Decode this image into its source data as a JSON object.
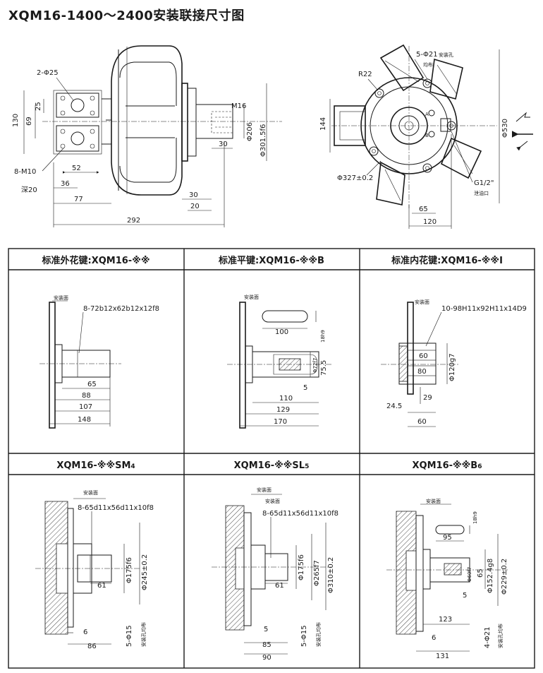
{
  "title": "XQM16-1400～2400安装联接尺寸图",
  "main_view": {
    "hole_label": "2-Φ25",
    "v130": "130",
    "v69": "69",
    "v25": "25",
    "m10_label": "8-M10",
    "depth_label": "深20",
    "m16_label": "M16",
    "d206": "Φ206",
    "d301": "Φ301.5f6",
    "w30a": "30",
    "w52": "52",
    "w36": "36",
    "w77": "77",
    "w292": "292",
    "w30b": "30",
    "w20": "20"
  },
  "side_view": {
    "holes_label": "5-Φ21",
    "holes_sub_label": "安装孔",
    "even_label": "均布",
    "r22": "R22",
    "h144": "144",
    "d327": "Φ327±0.2",
    "port_a": "A",
    "port_b": "B",
    "g12": "G1/2\"",
    "drain_label": "泄油口",
    "d530": "Φ530",
    "w65": "65",
    "w120": "120"
  },
  "panels": [
    {
      "title": "标准外花键:XQM16-※※",
      "face_label": "安装面",
      "spline_label": "8-72b12x62b12x12f8",
      "dims": [
        "65",
        "88",
        "107",
        "148"
      ]
    },
    {
      "title": "标准平键:XQM16-※※B",
      "face_label": "安装面",
      "key_len": "100",
      "h18": "18h9",
      "d72": "Φ72f7",
      "h75": "75.5",
      "w5": "5",
      "dims": [
        "110",
        "129",
        "170"
      ]
    },
    {
      "title": "标准内花键:XQM16-※※I",
      "face_label": "安装面",
      "spline_label": "10-98H11x92H11x14D9",
      "i60": "60",
      "i80": "80",
      "d120": "Φ120g7",
      "w29": "29",
      "w245": "24.5",
      "w60": "60"
    },
    {
      "title_main": "XQM16-※※SM",
      "title_sub": "4",
      "face_label": "安装面",
      "spline_label": "8-65d11x56d11x10f8",
      "d175": "Φ175f6",
      "d245": "Φ245±0.2",
      "w61": "61",
      "w6": "6",
      "w86": "86",
      "holes": "5-Φ15",
      "holes_sub": "安装孔均布"
    },
    {
      "title_main": "XQM16-※※SL",
      "title_sub": "5",
      "face_label": "安装面",
      "spline_label": "8-65d11x56d11x10f8",
      "d175": "Φ175f6",
      "d265": "Φ265f7",
      "d310": "Φ310±0.2",
      "w61": "61",
      "w5": "5",
      "w85": "85",
      "w90": "90",
      "holes": "5-Φ15",
      "holes_sub": "安装孔均布"
    },
    {
      "title_main": "XQM16-※※B",
      "title_sub": "6",
      "face_label": "安装面",
      "h18": "18h9",
      "w95": "95",
      "d60": "Φ60f7",
      "h65": "65",
      "d152": "Φ152.4g8",
      "d229": "Φ229±0.2",
      "w5": "5",
      "w123": "123",
      "w6": "6",
      "w131": "131",
      "holes": "4-Φ21",
      "holes_sub": "安装孔均布"
    }
  ]
}
